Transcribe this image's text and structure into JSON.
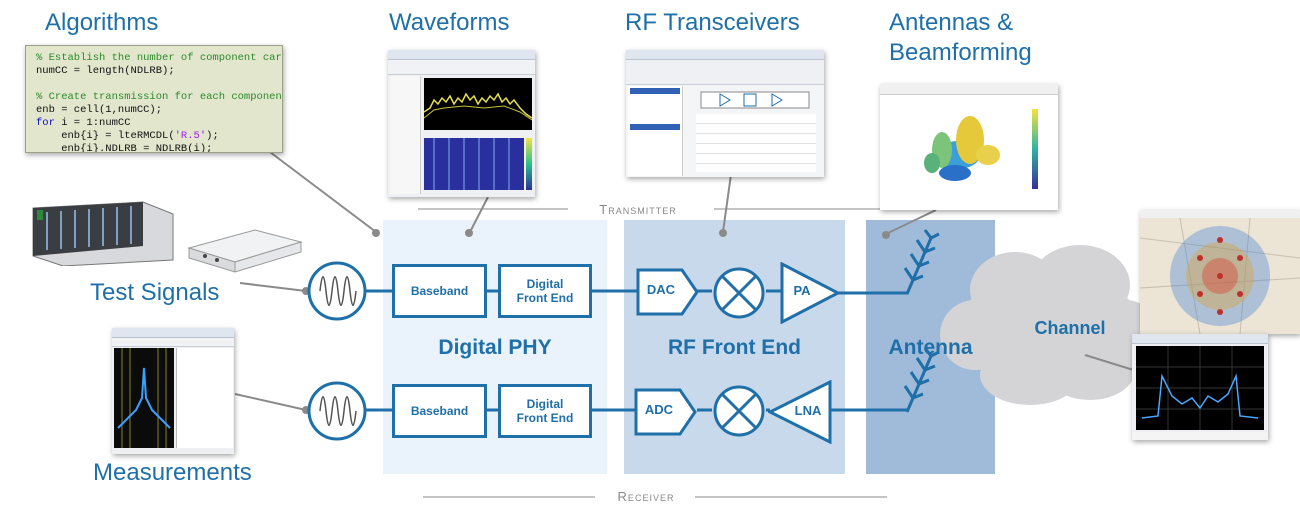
{
  "categories": {
    "algorithms": "Algorithms",
    "waveforms": "Waveforms",
    "rf_transceivers": "RF Transceivers",
    "antennas": "Antennas &\nBeamforming",
    "test_signals": "Test Signals",
    "measurements": "Measurements",
    "channel": "Channel"
  },
  "sections": {
    "digital_phy": "Digital PHY",
    "rf_front_end": "RF Front End",
    "antenna": "Antenna",
    "transmitter": "Transmitter",
    "receiver": "Receiver"
  },
  "blocks": {
    "tx_baseband": "Baseband",
    "tx_dfe": "Digital\nFront End",
    "dac": "DAC",
    "pa": "PA",
    "rx_baseband": "Baseband",
    "rx_dfe": "Digital\nFront End",
    "adc": "ADC",
    "lna": "LNA"
  },
  "code": {
    "line1": "% Establish the number of component carriers.",
    "line2": "numCC = length(NDLRB);",
    "line3": "% Create transmission for each component carrier",
    "line4": "enb = cell(1,numCC);",
    "line5_kw": "for",
    "line5": " i = 1:numCC",
    "line6a": "    enb{i} = lteRMCDL(",
    "line6_str": "'R.5'",
    "line6b": ");",
    "line7": "    enb{i}.NDLRB = NDLRB(i);"
  },
  "colors": {
    "accent": "#1f6fa8",
    "digital_band": "#eaf2fb",
    "rf_band": "#c9d9ec",
    "antenna_band": "#9fbbd9",
    "cloud": "#d4d4d6"
  }
}
